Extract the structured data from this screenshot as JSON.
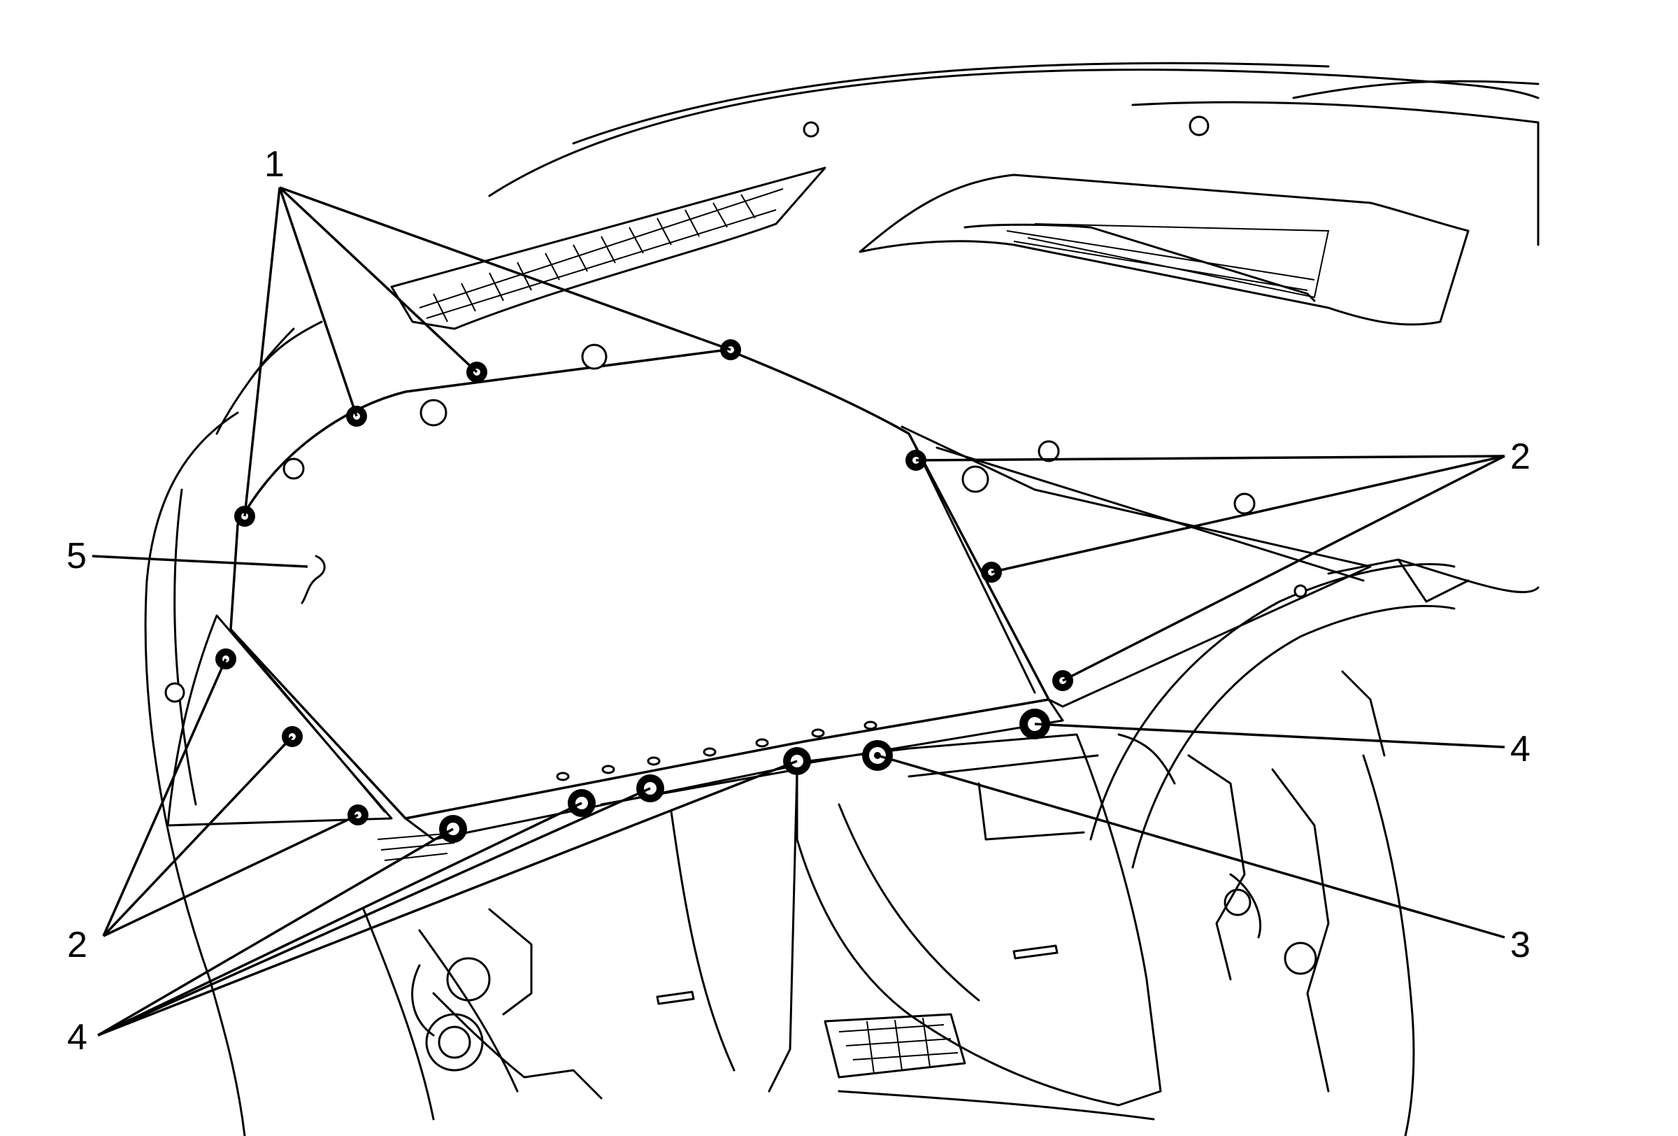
{
  "diagram": {
    "callouts": [
      {
        "id": "callout-1",
        "label": "1"
      },
      {
        "id": "callout-2-right",
        "label": "2"
      },
      {
        "id": "callout-5",
        "label": "5"
      },
      {
        "id": "callout-4-right",
        "label": "4"
      },
      {
        "id": "callout-3",
        "label": "3"
      },
      {
        "id": "callout-2-left",
        "label": "2"
      },
      {
        "id": "callout-4-left",
        "label": "4"
      }
    ]
  },
  "colors": {
    "line": "#000000",
    "background": "#ffffff"
  }
}
